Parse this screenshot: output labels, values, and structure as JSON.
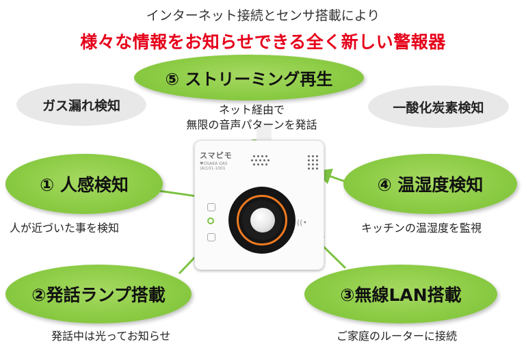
{
  "header": {
    "subtitle": "インターネット接続とセンサ搭載により",
    "headline": "様々な情報をお知らせできる全く新しい警報器"
  },
  "features": {
    "streaming": {
      "title": "⑤ ストリーミング再生",
      "caption_line1": "ネット経由で",
      "caption_line2": "無限の音声パターンを発話"
    },
    "gas": {
      "title": "ガス漏れ検知"
    },
    "co": {
      "title": "一酸化炭素検知"
    },
    "motion": {
      "title": "① 人感検知",
      "caption": "人が近づいた事を検知"
    },
    "temp_humidity": {
      "title": "④ 温湿度検知",
      "caption": "キッチンの温湿度を監視"
    },
    "lamp": {
      "title": "②発話ランプ搭載",
      "caption": "発話中は光ってお知らせ"
    },
    "wlan": {
      "title": "③無線LAN搭載",
      "caption": "ご家庭のルーターに接続"
    }
  },
  "device": {
    "brand": "スマピモ",
    "maker": "♥OSAKA GAS",
    "model": "(A)101-1001"
  },
  "colors": {
    "headline": "#e6001a",
    "bubble_green": "#8ccc45",
    "bubble_gray": "#e8e8e8",
    "arrow": "#7cc242",
    "ring_orange": "#f07a20"
  }
}
